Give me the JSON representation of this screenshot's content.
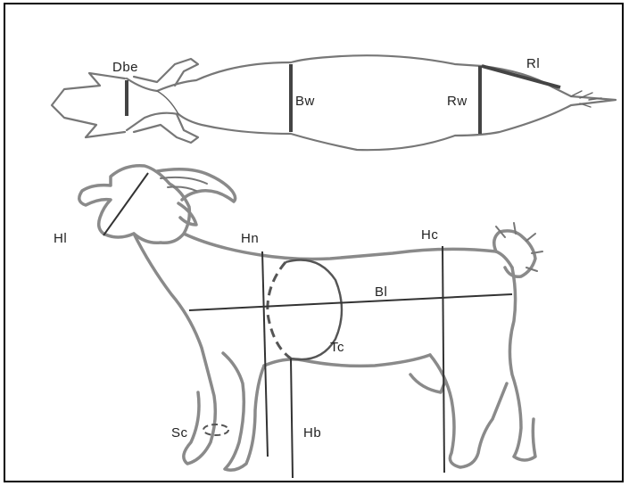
{
  "labels": {
    "dbe": "Dbe",
    "bw": "Bw",
    "rw": "Rw",
    "rl": "Rl",
    "hl": "Hl",
    "hn": "Hn",
    "hc": "Hc",
    "bl": "Bl",
    "tc": "Tc",
    "sc": "Sc",
    "hb": "Hb"
  },
  "colors": {
    "outline": "#777777",
    "measure": "#333333",
    "frame": "#000000"
  }
}
